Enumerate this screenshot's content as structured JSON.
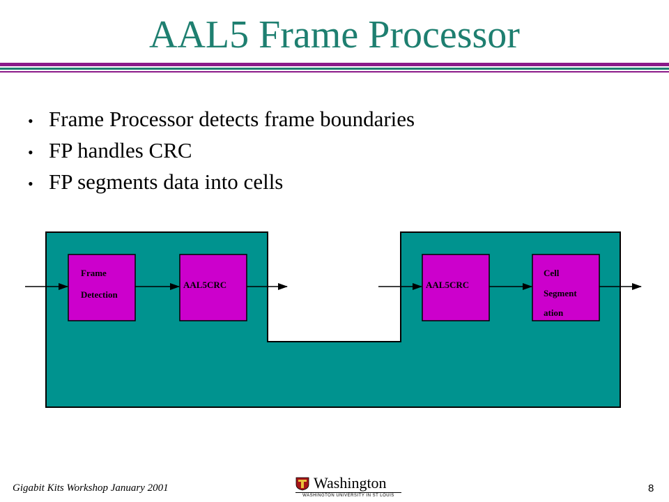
{
  "slide": {
    "title": "AAL5 Frame Processor",
    "bullets": [
      "Frame Processor detects frame boundaries",
      "FP handles CRC",
      "FP segments data into cells"
    ]
  },
  "diagram": {
    "blocks": [
      {
        "name": "frame-detection-block",
        "lines": [
          "Frame",
          "Detection"
        ]
      },
      {
        "name": "aal5crc-block-left",
        "lines": [
          "AAL5CRC"
        ]
      },
      {
        "name": "aal5crc-block-right",
        "lines": [
          "AAL5CRC"
        ]
      },
      {
        "name": "cell-segmentation-block",
        "lines": [
          "Cell",
          "Segment",
          "ation"
        ]
      }
    ],
    "colors": {
      "container": "#00938f",
      "block": "#cc00cc",
      "outline": "#000000"
    }
  },
  "footer": {
    "left_text": "Gigabit Kits Workshop January 2001",
    "logo_word": "Washington",
    "logo_subline": "WASHINGTON UNIVERSITY IN ST LOUIS",
    "page_number": "8"
  },
  "colors": {
    "title": "#1e7f70",
    "rule_purple": "#8b1a89",
    "rule_teal": "#1e7f70"
  }
}
